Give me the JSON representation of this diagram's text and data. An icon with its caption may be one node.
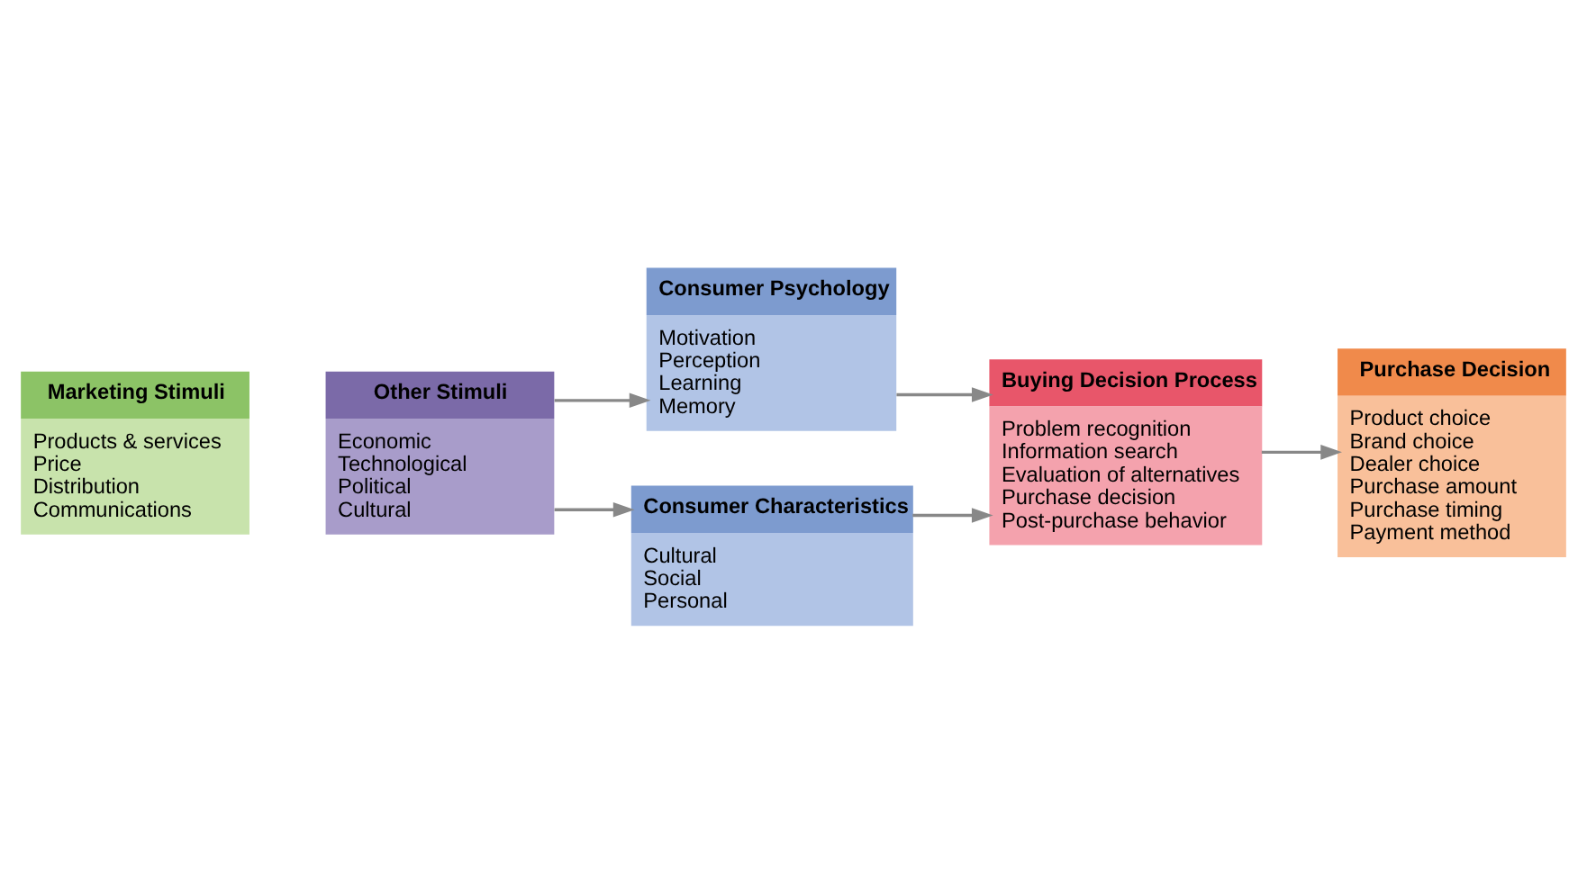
{
  "diagram": {
    "nodes": [
      {
        "text": [
          "Marketing Stimuli",
          "Products & services",
          "Price",
          "Distribution",
          "Communications"
        ]
      },
      {
        "text": [
          "Other Stimuli",
          "Economic",
          "Technological",
          "Political",
          "Cultural"
        ]
      },
      {
        "text": [
          "Consumer Psychology",
          "Motivation",
          "Perception",
          "Learning",
          "Memory"
        ]
      },
      {
        "text": [
          "Consumer Characteristics",
          "Cultural",
          "Social",
          "Personal"
        ]
      },
      {
        "text": [
          "Buying Decision Process",
          "Problem recognition",
          "Information search",
          "Evaluation of alternatives",
          "Purchase decision",
          "Post-purchase behavior"
        ]
      },
      {
        "text": [
          "Purchase Decision",
          "Product choice",
          "Brand choice",
          "Dealer choice",
          "Purchase amount",
          "Purchase timing",
          "Payment method"
        ]
      }
    ],
    "edges": [
      {
        "from": 1,
        "to": 2,
        "arrow": "to"
      },
      {
        "from": 1,
        "to": 3,
        "arrow": "to"
      },
      {
        "from": 2,
        "to": 4,
        "arrow": "to"
      },
      {
        "from": 3,
        "to": 4,
        "arrow": "to"
      },
      {
        "from": 4,
        "to": 5,
        "arrow": "to"
      }
    ]
  }
}
